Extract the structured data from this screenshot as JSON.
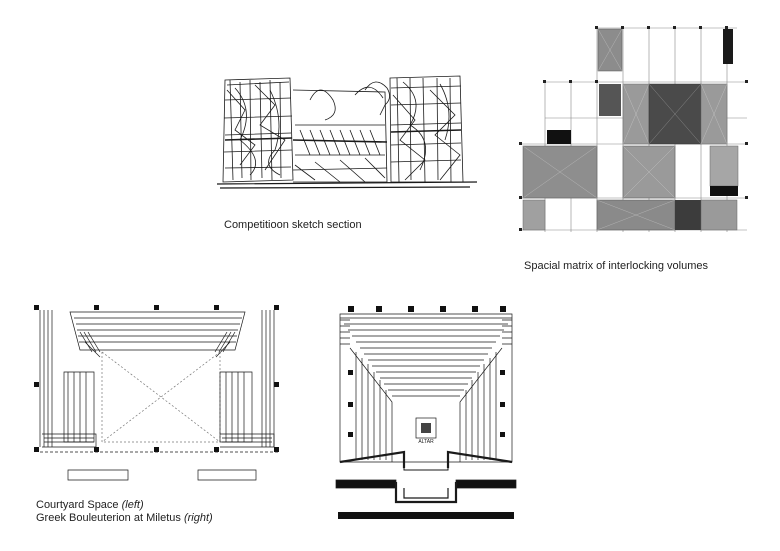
{
  "captions": {
    "sketch": "Competitioon sketch section",
    "matrix": "Spacial matrix of interlocking volumes",
    "courtyard_line1": "Courtyard Space",
    "courtyard_line1_note": "(left)",
    "courtyard_line2": "Greek Bouleuterion at Miletus",
    "courtyard_line2_note": "(right)"
  },
  "plan_label": "ALTAR",
  "colors": {
    "ink": "#1a1a1a",
    "mid_gray": "#8c8c8c",
    "dark_gray": "#555555",
    "light_gray": "#b0b0b0"
  }
}
